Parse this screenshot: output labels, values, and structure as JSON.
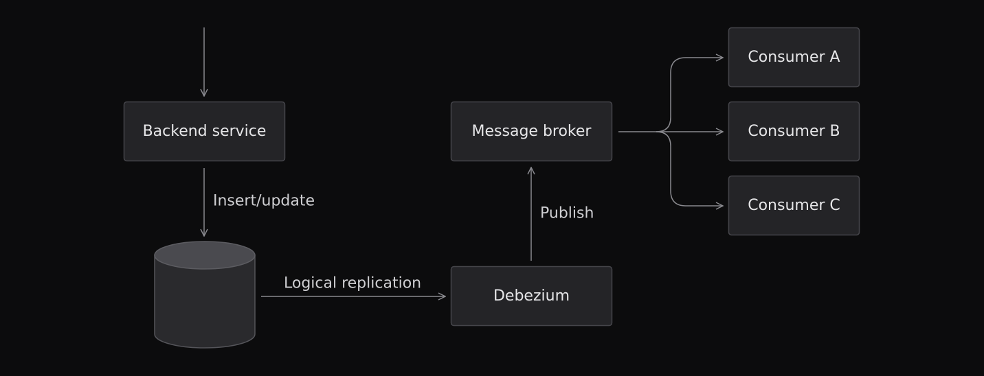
{
  "nodes": {
    "backend_service": "Backend service",
    "message_broker": "Message broker",
    "debezium": "Debezium",
    "consumer_a": "Consumer A",
    "consumer_b": "Consumer B",
    "consumer_c": "Consumer C"
  },
  "edges": {
    "insert_update": "Insert/update",
    "logical_replication": "Logical replication",
    "publish": "Publish"
  },
  "colors": {
    "background": "#0c0c0d",
    "node_fill": "#242427",
    "node_stroke": "#45454a",
    "edge": "#8a8a8f",
    "text": "#e6e6e8"
  }
}
